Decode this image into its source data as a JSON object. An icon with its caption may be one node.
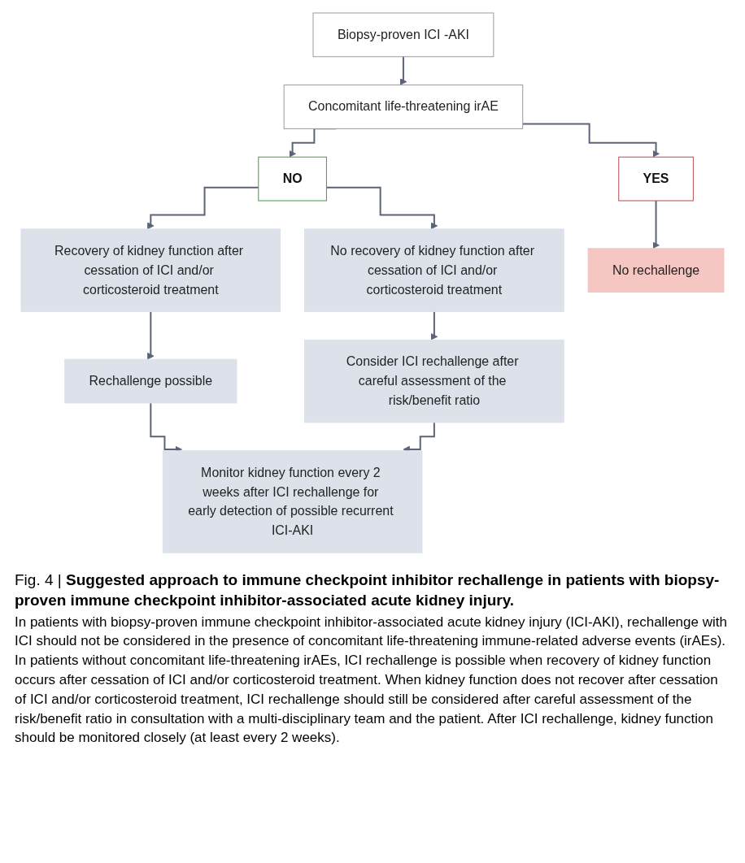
{
  "diagram": {
    "title": "Fig. 4 | **Suggested approach to immune checkpoint inhibitor rechallenge in patients with biopsy-proven immune checkpoint inhibitor-associated acute kidney injury.**",
    "caption": "In patients with biopsy-proven immune checkpoint inhibitor-associated acute kidney injury (ICI-AKI), rechallenge with ICI should not be considered in the presence of concomitant life-threatening immune-related adverse events (irAEs). In patients without concomitant life-threatening irAEs, ICI rechallenge is possible when recovery of kidney function occurs after cessation of ICI and/or corticosteroid treatment. When kidney function does not recover after cessation of ICI and/or corticosteroid treatment, ICI rechallenge should still be considered after careful assessment of the risk/benefit ratio in consultation with a multi-disciplinary team and the patient. After ICI rechallenge, kidney function should be monitored closely (at least every 2 weeks).",
    "nodes": [
      {
        "text": [
          "Biopsy-proven ICI -AKI"
        ]
      },
      {
        "text": [
          "Concomitant life-threatening irAE"
        ]
      },
      {
        "text": [
          "NO"
        ]
      },
      {
        "text": [
          "YES"
        ]
      },
      {
        "text": [
          "Recovery of kidney function after cessation of ICI and/or corticosteroid treatment"
        ]
      },
      {
        "text": [
          "No recovery of kidney function after cessation of ICI and/or corticosteroid treatment"
        ]
      },
      {
        "text": [
          "No rechallenge"
        ]
      },
      {
        "text": [
          "Rechallenge possible"
        ]
      },
      {
        "text": [
          "Consider ICI rechallenge after careful assessment of the risk/benefit ratio"
        ]
      },
      {
        "text": [
          "Monitor kidney function every 2 weeks after ICI rechallenge for early detection of possible recurrent ICI-AKI"
        ]
      }
    ],
    "edges": [
      {
        "from": 0,
        "to": 1,
        "arrow": "to"
      },
      {
        "from": 1,
        "to": 2,
        "arrow": "to"
      },
      {
        "from": 1,
        "to": 3,
        "arrow": "to"
      },
      {
        "from": 2,
        "to": 4,
        "arrow": "to"
      },
      {
        "from": 2,
        "to": 5,
        "arrow": "to"
      },
      {
        "from": 3,
        "to": 6,
        "arrow": "to"
      },
      {
        "from": 4,
        "to": 7,
        "arrow": "to"
      },
      {
        "from": 5,
        "to": 8,
        "arrow": "to"
      },
      {
        "from": 7,
        "to": 9,
        "arrow": "to"
      },
      {
        "from": 8,
        "to": 9,
        "arrow": "to"
      }
    ]
  }
}
